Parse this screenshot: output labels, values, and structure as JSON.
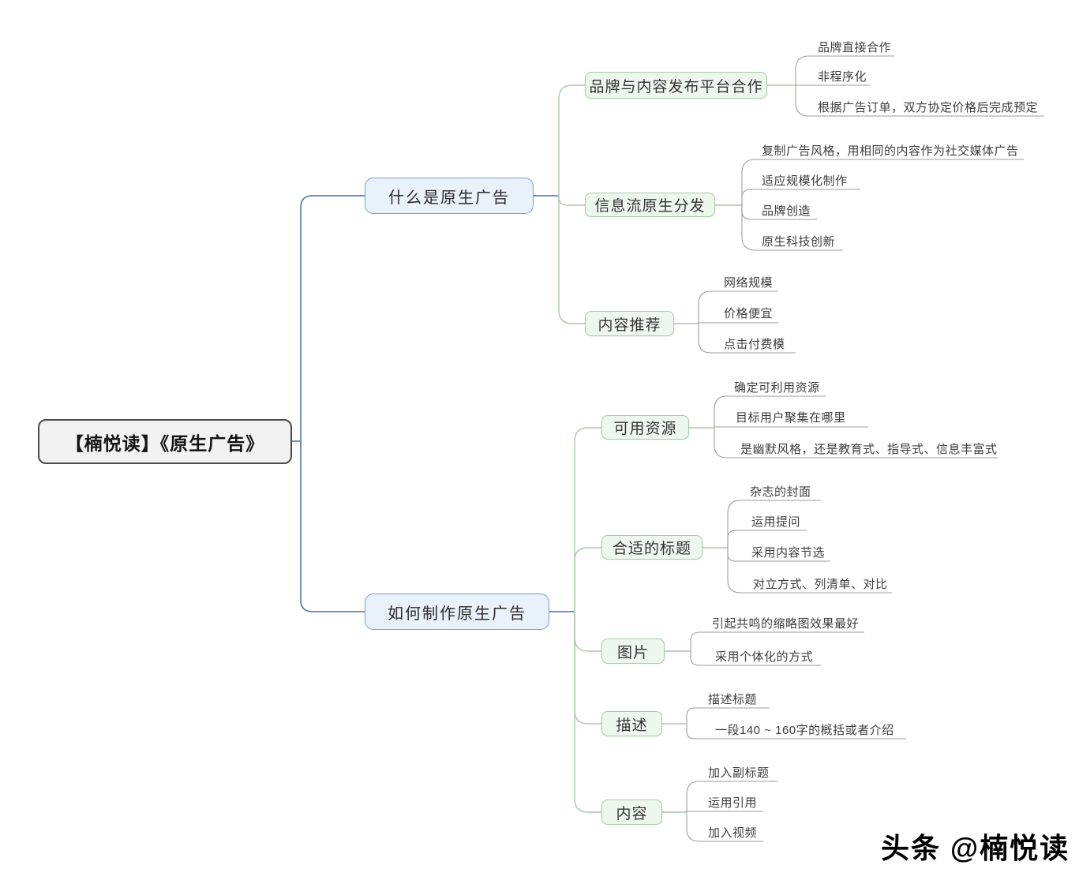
{
  "root": {
    "label": "【楠悦读】《原生广告》"
  },
  "watermark": "头条 @楠悦读",
  "colors": {
    "root_fill": "#f2f2f2",
    "root_border": "#4c4c4c",
    "branch_fill": "#e9f1fb",
    "branch_border": "#7b9cc9",
    "branch_line": "#5f82b4",
    "node_fill": "#eef7ee",
    "node_border": "#a7cba7",
    "node_line": "#abc7ab",
    "leaf_line": "#9e9e9e",
    "watermark_color": "#000000"
  },
  "branches": [
    {
      "label": "什么是原生广告",
      "children": [
        {
          "label": "品牌与内容发布平台合作",
          "leaves": [
            "品牌直接合作",
            "非程序化",
            "根据广告订单，双方协定价格后完成预定"
          ]
        },
        {
          "label": "信息流原生分发",
          "leaves": [
            "复制广告风格，用相同的内容作为社交媒体广告",
            "适应规模化制作",
            "品牌创造",
            "原生科技创新"
          ]
        },
        {
          "label": "内容推荐",
          "leaves": [
            "网络规模",
            "价格便宜",
            "点击付费模"
          ]
        }
      ]
    },
    {
      "label": "如何制作原生广告",
      "children": [
        {
          "label": "可用资源",
          "leaves": [
            "确定可利用资源",
            "目标用户聚集在哪里",
            "是幽默风格，还是教育式、指导式、信息丰富式"
          ]
        },
        {
          "label": "合适的标题",
          "leaves": [
            "杂志的封面",
            "运用提问",
            "采用内容节选",
            "对立方式、列清单、对比"
          ]
        },
        {
          "label": "图片",
          "leaves": [
            "引起共鸣的缩略图效果最好",
            "采用个体化的方式"
          ]
        },
        {
          "label": "描述",
          "leaves": [
            "描述标题",
            "一段140 ~ 160字的概括或者介绍"
          ]
        },
        {
          "label": "内容",
          "leaves": [
            "加入副标题",
            "运用引用",
            "加入视频"
          ]
        }
      ]
    }
  ]
}
